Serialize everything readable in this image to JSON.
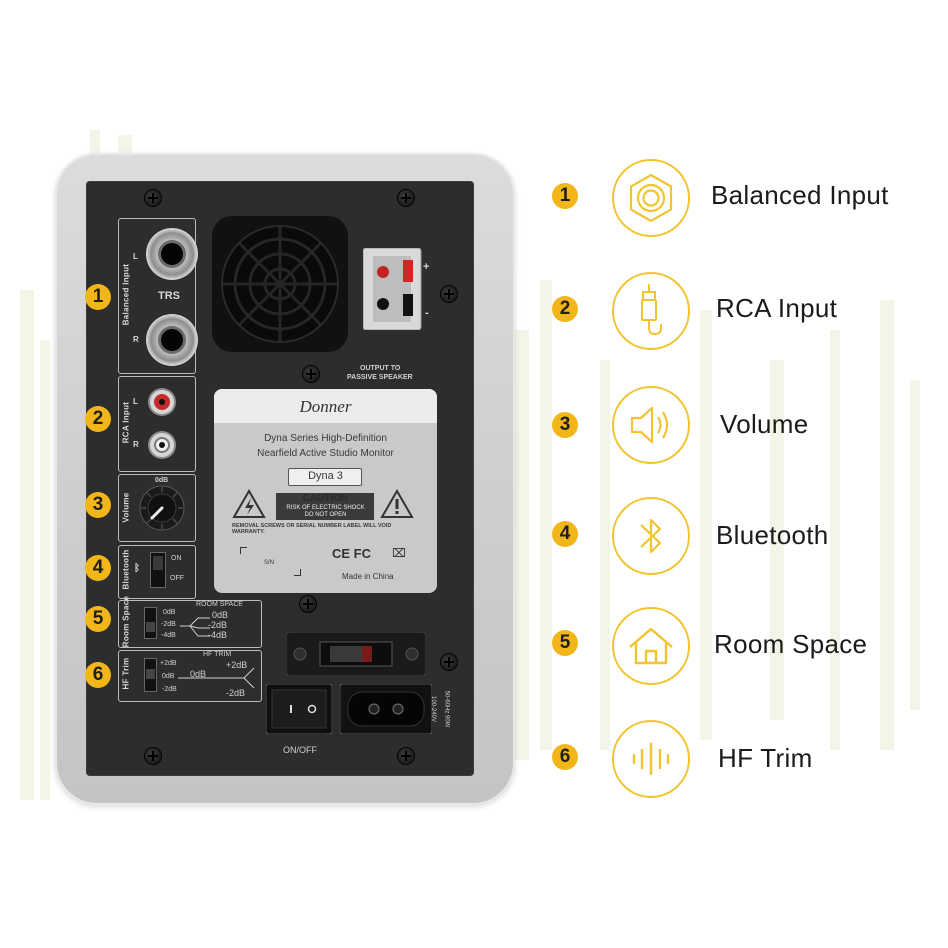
{
  "panel": {
    "balanced_input_label": "Balanced Input",
    "rca_input_label": "RCA Input",
    "volume_label": "Volume",
    "bluetooth_label": "Bluetooth",
    "room_space_label": "Room Space",
    "hf_trim_label": "HF Trim",
    "left_channel": "L",
    "right_channel": "R",
    "trs_label": "TRS",
    "output_line1": "OUTPUT TO",
    "output_line2": "PASSIVE SPEAKER",
    "plus": "+",
    "minus": "-",
    "volume_0db": "0dB",
    "bt_on": "ON",
    "bt_off": "OFF",
    "room_title": "ROOM SPACE",
    "room_opts": [
      "0dB",
      "-2dB",
      "-4dB"
    ],
    "room_pos": [
      "0dB",
      "-2dB",
      "-4dB"
    ],
    "hf_title": "HF TRIM",
    "hf_opts": [
      "+2dB",
      "0dB",
      "-2dB"
    ],
    "hf_pos": [
      "+2dB",
      "0dB",
      "-2dB"
    ],
    "power_label": "ON/OFF",
    "voltage_line1": "100-240V",
    "voltage_line2": "50-60Hz 90W",
    "card": {
      "brand": "Donner",
      "line1": "Dyna Series High-Definition",
      "line2": "Nearfield Active Studio Monitor",
      "model": "Dyna 3",
      "caution": "CAUTION",
      "warn1": "RISK OF ELECTRIC SHOCK",
      "warn2": "DO NOT OPEN",
      "removal": "REMOVAL SCREWS OR SERIAL NUMBER LABEL WILL VOID WARRANTY.",
      "sn": "S/N",
      "certs": "CE FC",
      "made_in": "Made in China"
    }
  },
  "badges": [
    "1",
    "2",
    "3",
    "4",
    "5",
    "6"
  ],
  "features": [
    {
      "number": "1",
      "label": "Balanced Input",
      "icon": "hex-nut-icon"
    },
    {
      "number": "2",
      "label": "RCA Input",
      "icon": "rca-plug-icon"
    },
    {
      "number": "3",
      "label": "Volume",
      "icon": "speaker-volume-icon"
    },
    {
      "number": "4",
      "label": "Bluetooth",
      "icon": "bluetooth-icon"
    },
    {
      "number": "5",
      "label": "Room Space",
      "icon": "house-icon"
    },
    {
      "number": "6",
      "label": "HF Trim",
      "icon": "waveform-icon"
    }
  ],
  "colors": {
    "accent": "#f2b619",
    "icon_stroke": "#f2c430",
    "panel": "#2c2d2f",
    "frame": "#d4d4d4"
  }
}
